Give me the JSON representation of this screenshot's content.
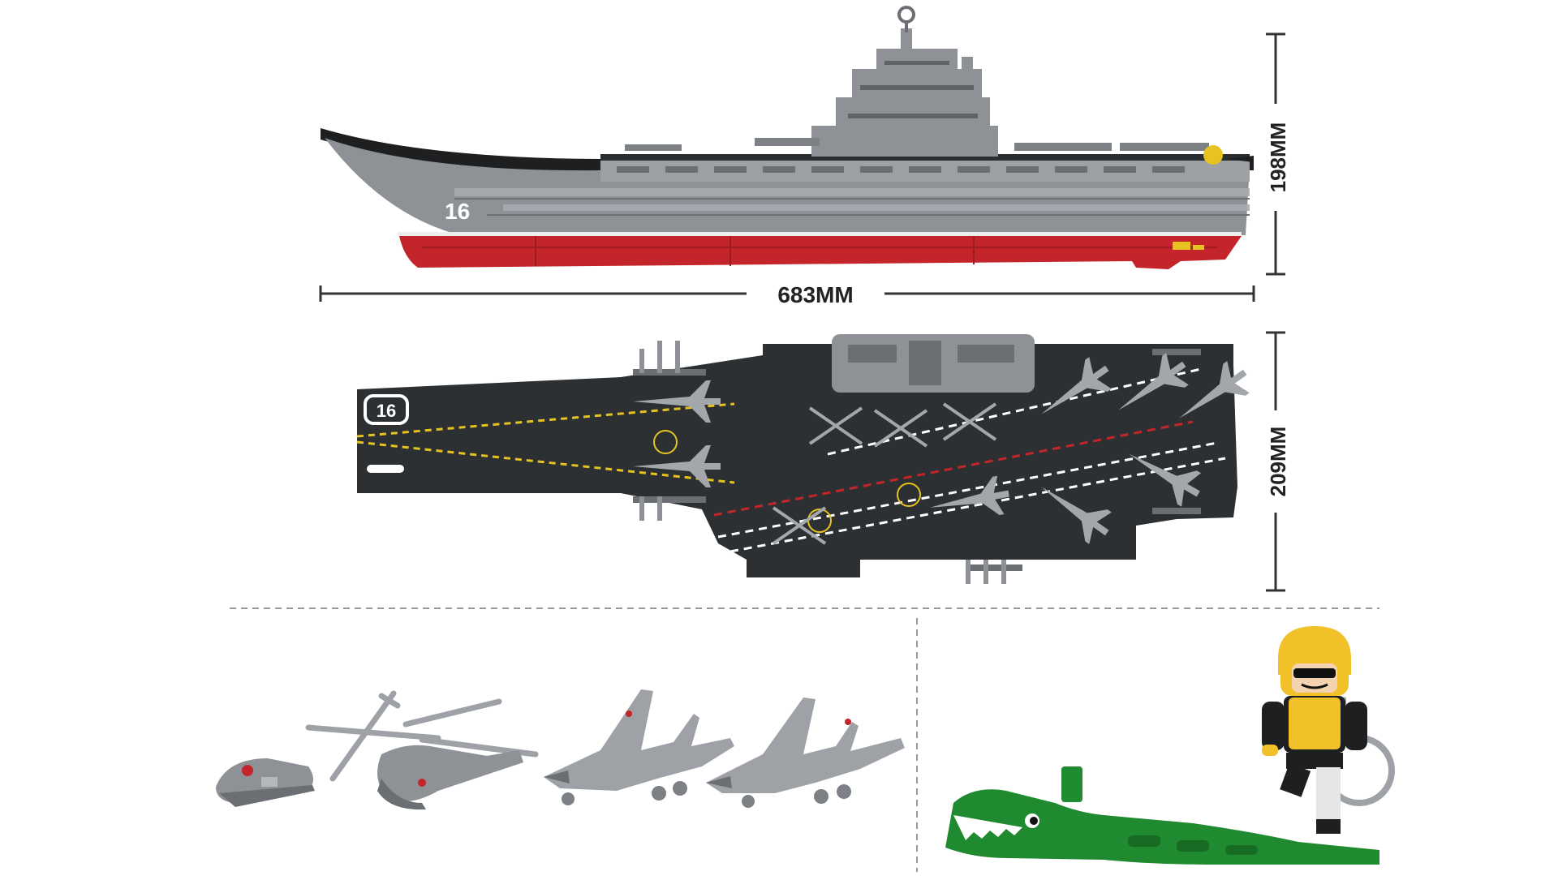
{
  "dimensions": {
    "length": "683MM",
    "height": "198MM",
    "width": "209MM"
  },
  "hull_number": "16",
  "colors": {
    "hull_grey": "#8e9297",
    "hull_red": "#c3252b",
    "deck_dark": "#2d3032",
    "accent_yellow": "#e6c320",
    "figure_yellow": "#f2c12a",
    "crocodile_green": "#1f8a2f",
    "divider": "#9a9a9a"
  },
  "icons": [
    "carrier-side-view",
    "carrier-top-view",
    "boat-icon",
    "helicopter-icon",
    "fighter-jet-icon",
    "minifigure-icon",
    "crocodile-icon",
    "keychain-ring-icon"
  ]
}
